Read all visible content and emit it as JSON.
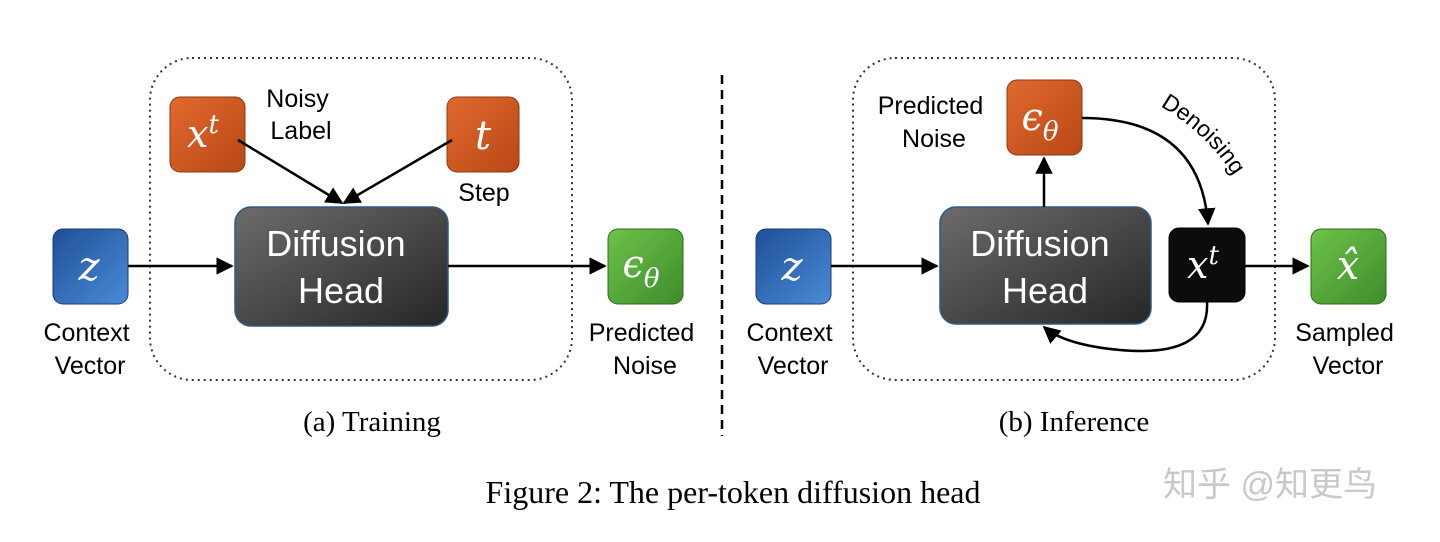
{
  "training": {
    "noisy_label_line1": "Noisy",
    "noisy_label_line2": "Label",
    "xt_base": "x",
    "xt_sup": "t",
    "t_symbol": "t",
    "step_label": "Step",
    "head_line1": "Diffusion",
    "head_line2": "Head",
    "z_symbol": "z",
    "context_line1": "Context",
    "context_line2": "Vector",
    "eps_base": "ϵ",
    "eps_sub": "θ",
    "pred_line1": "Predicted",
    "pred_line2": "Noise",
    "caption": "(a) Training"
  },
  "inference": {
    "pred_line1": "Predicted",
    "pred_line2": "Noise",
    "eps_base": "ϵ",
    "eps_sub": "θ",
    "denoising_label": "Denoising",
    "head_line1": "Diffusion",
    "head_line2": "Head",
    "z_symbol": "z",
    "context_line1": "Context",
    "context_line2": "Vector",
    "xt_base": "x",
    "xt_sup": "t",
    "xhat_symbol": "x̂",
    "sampled_line1": "Sampled",
    "sampled_line2": "Vector",
    "caption": "(b) Inference"
  },
  "figure_caption": "Figure 2: The per-token diffusion head",
  "watermark": "知乎 @知更鸟",
  "colors": {
    "blue": "#2c64b0",
    "orange": "#cf5a22",
    "green": "#5aa93e",
    "dark_gray": "#4a4a4a",
    "black": "#0c0c0c"
  }
}
